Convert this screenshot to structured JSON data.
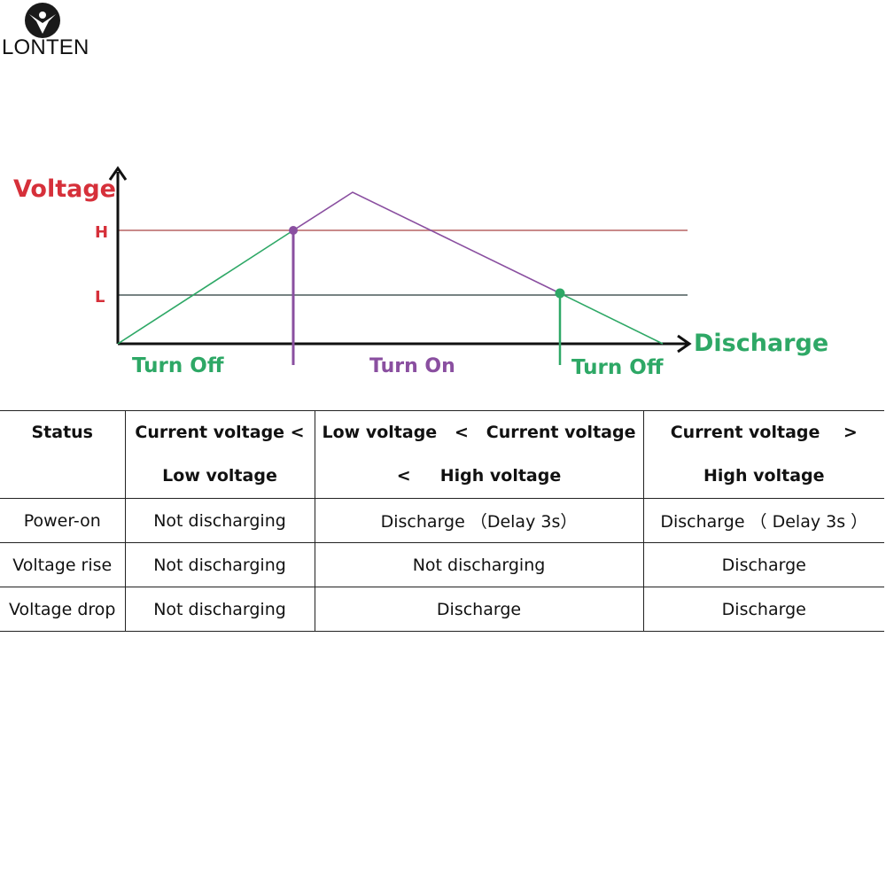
{
  "brand": {
    "name": "LONTEN",
    "logo_icon": "lonten-logo-icon"
  },
  "diagram": {
    "y_axis_label": "Voltage",
    "x_axis_label": "Discharge",
    "level_high": "H",
    "level_low": "L",
    "state_off_start": "Turn Off",
    "state_on": "Turn On",
    "state_off_end": "Turn Off",
    "colors": {
      "voltage": "#d6303a",
      "discharge": "#2ea866",
      "turn_on": "#8a4fa0",
      "high_line": "#c98a8a",
      "low_line": "#4a5a5a",
      "axis": "#111111"
    }
  },
  "table": {
    "headers": {
      "status": "Status",
      "col1_line1": "Current voltage <",
      "col1_line2": "Low voltage",
      "col2_line1": "Low voltage   <   Current voltage",
      "col2_line2": "<     High voltage",
      "col3_line1": "Current voltage    >",
      "col3_line2": "High voltage"
    },
    "rows": [
      {
        "status": "Power-on",
        "c1": "Not discharging",
        "c2": "Discharge （Delay 3s）",
        "c3": "Discharge （ Delay 3s ）"
      },
      {
        "status": "Voltage rise",
        "c1": "Not discharging",
        "c2": "Not discharging",
        "c3": "Discharge"
      },
      {
        "status": "Voltage drop",
        "c1": "Not discharging",
        "c2": "Discharge",
        "c3": "Discharge"
      }
    ]
  }
}
